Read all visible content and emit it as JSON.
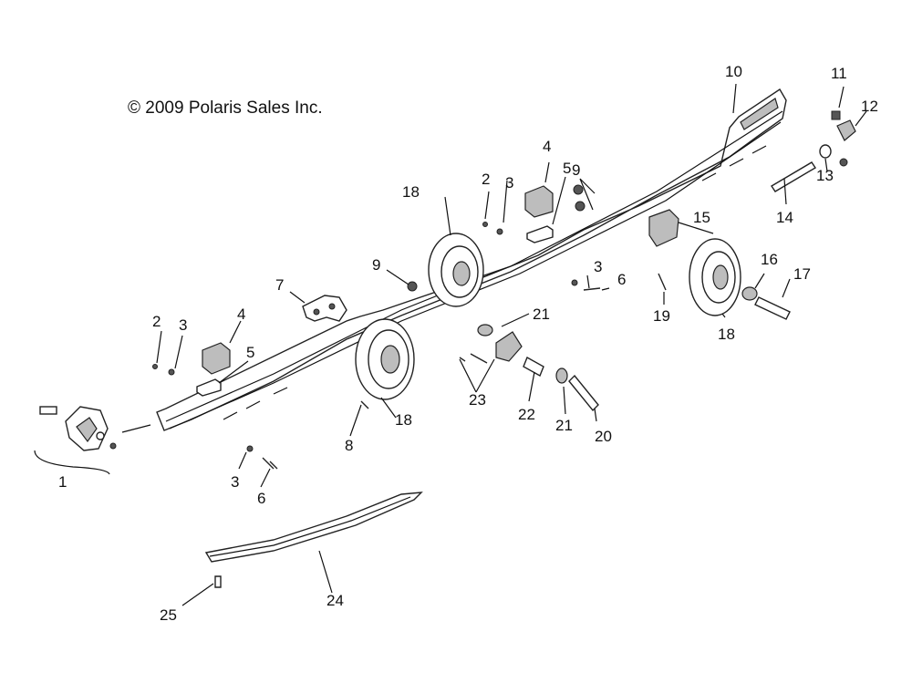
{
  "copyright": "© 2009 Polaris Sales Inc.",
  "callouts": {
    "c1": "1",
    "c2a": "2",
    "c2b": "2",
    "c3a": "3",
    "c3b": "3",
    "c3c": "3",
    "c3d": "3",
    "c4a": "4",
    "c4b": "4",
    "c5a": "5",
    "c5b": "5",
    "c6a": "6",
    "c6b": "6",
    "c7": "7",
    "c8": "8",
    "c9a": "9",
    "c9b": "9",
    "c10": "10",
    "c11": "11",
    "c12": "12",
    "c13": "13",
    "c14": "14",
    "c15": "15",
    "c16": "16",
    "c17": "17",
    "c18a": "18",
    "c18b": "18",
    "c18c": "18",
    "c19": "19",
    "c20": "20",
    "c21a": "21",
    "c21b": "21",
    "c22": "22",
    "c23": "23",
    "c24": "24",
    "c25": "25"
  }
}
